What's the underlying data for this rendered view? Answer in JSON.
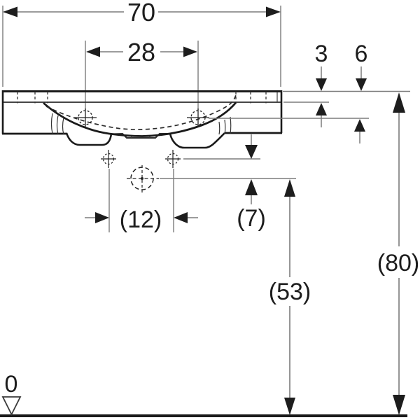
{
  "drawing": {
    "type": "washbasin-front-elevation-technical-drawing",
    "units_note": "cm",
    "colors": {
      "ink": "#1d1d1d",
      "dim_line": "#7b7b7b",
      "background": "#ffffff"
    }
  },
  "labels": {
    "overall_width": "70",
    "tap_hole_spacing": "28",
    "rim_thickness": "3",
    "rim_to_overflow": "6",
    "fixing_hole_spacing": "(12)",
    "fixing_to_drain": "(7)",
    "drain_height": "(53)",
    "top_edge_height": "(80)",
    "floor_level": "0"
  }
}
